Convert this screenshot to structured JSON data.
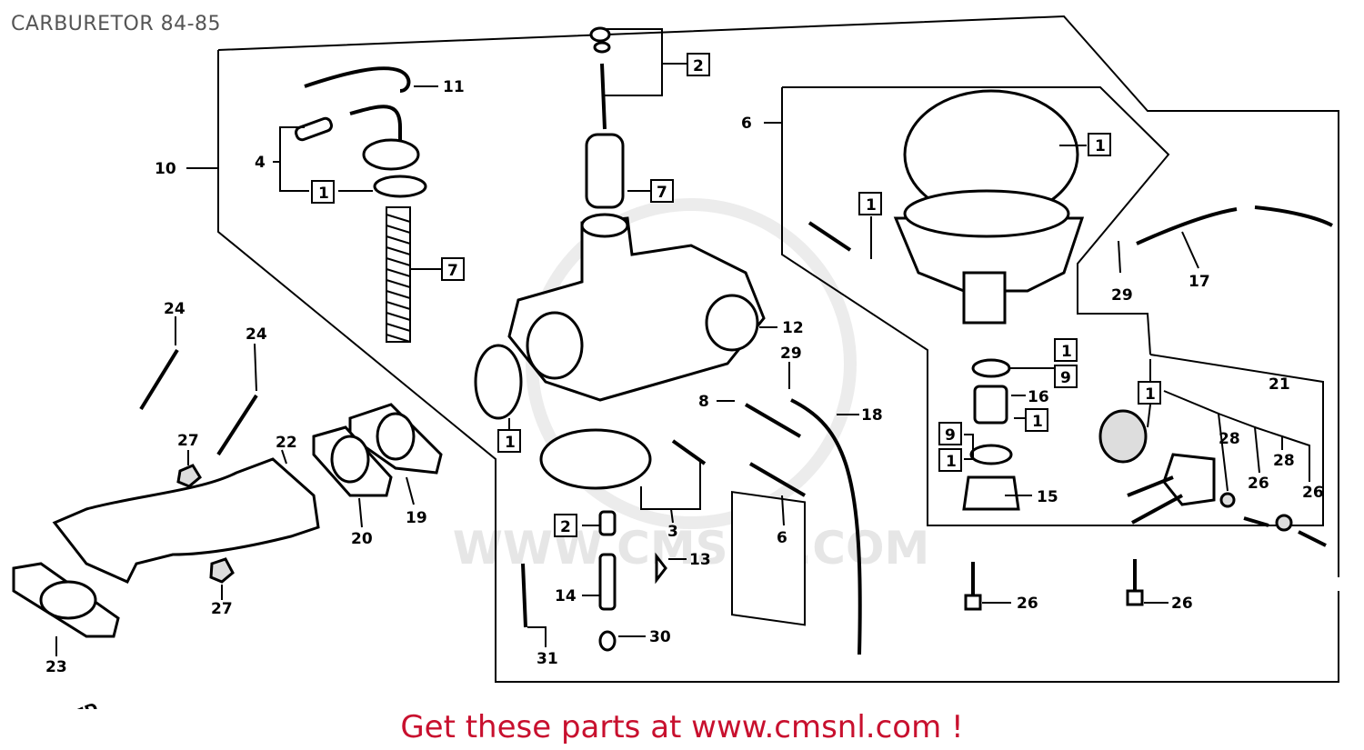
{
  "header": {
    "title": "CARBURETOR 84-85"
  },
  "footer": {
    "text": "Get these parts at www.cmsnl.com !"
  },
  "watermark": {
    "text": "WWW.CMSNL.COM"
  },
  "direction": {
    "label": "FWD"
  },
  "colors": {
    "title": "#555555",
    "footer": "#c8102e",
    "lines": "#000000"
  },
  "callouts": [
    {
      "id": "c-11",
      "label": "11",
      "boxed": false
    },
    {
      "id": "c-2a",
      "label": "2",
      "boxed": true
    },
    {
      "id": "c-6a",
      "label": "6",
      "boxed": false
    },
    {
      "id": "c-1a",
      "label": "1",
      "boxed": true
    },
    {
      "id": "c-10",
      "label": "10",
      "boxed": false
    },
    {
      "id": "c-4",
      "label": "4",
      "boxed": false
    },
    {
      "id": "c-1b",
      "label": "1",
      "boxed": true
    },
    {
      "id": "c-7a",
      "label": "7",
      "boxed": true
    },
    {
      "id": "c-1c",
      "label": "1",
      "boxed": true
    },
    {
      "id": "c-7b",
      "label": "7",
      "boxed": true
    },
    {
      "id": "c-17",
      "label": "17",
      "boxed": false
    },
    {
      "id": "c-29a",
      "label": "29",
      "boxed": false
    },
    {
      "id": "c-24a",
      "label": "24",
      "boxed": false
    },
    {
      "id": "c-24b",
      "label": "24",
      "boxed": false
    },
    {
      "id": "c-12",
      "label": "12",
      "boxed": false
    },
    {
      "id": "c-29b",
      "label": "29",
      "boxed": false
    },
    {
      "id": "c-1d",
      "label": "1",
      "boxed": true
    },
    {
      "id": "c-9a",
      "label": "9",
      "boxed": true
    },
    {
      "id": "c-16",
      "label": "16",
      "boxed": false
    },
    {
      "id": "c-1e",
      "label": "1",
      "boxed": true
    },
    {
      "id": "c-21",
      "label": "21",
      "boxed": false
    },
    {
      "id": "c-1f",
      "label": "1",
      "boxed": true
    },
    {
      "id": "c-8",
      "label": "8",
      "boxed": false
    },
    {
      "id": "c-18",
      "label": "18",
      "boxed": false
    },
    {
      "id": "c-1g",
      "label": "1",
      "boxed": true
    },
    {
      "id": "c-9b",
      "label": "9",
      "boxed": true
    },
    {
      "id": "c-1h",
      "label": "1",
      "boxed": true
    },
    {
      "id": "c-27a",
      "label": "27",
      "boxed": false
    },
    {
      "id": "c-22",
      "label": "22",
      "boxed": false
    },
    {
      "id": "c-19",
      "label": "19",
      "boxed": false
    },
    {
      "id": "c-20",
      "label": "20",
      "boxed": false
    },
    {
      "id": "c-28a",
      "label": "28",
      "boxed": false
    },
    {
      "id": "c-28b",
      "label": "28",
      "boxed": false
    },
    {
      "id": "c-26a",
      "label": "26",
      "boxed": false
    },
    {
      "id": "c-26b",
      "label": "26",
      "boxed": false
    },
    {
      "id": "c-15",
      "label": "15",
      "boxed": false
    },
    {
      "id": "c-6b",
      "label": "6",
      "boxed": false
    },
    {
      "id": "c-3",
      "label": "3",
      "boxed": false
    },
    {
      "id": "c-2b",
      "label": "2",
      "boxed": true
    },
    {
      "id": "c-13",
      "label": "13",
      "boxed": false
    },
    {
      "id": "c-14",
      "label": "14",
      "boxed": false
    },
    {
      "id": "c-30",
      "label": "30",
      "boxed": false
    },
    {
      "id": "c-31",
      "label": "31",
      "boxed": false
    },
    {
      "id": "c-27b",
      "label": "27",
      "boxed": false
    },
    {
      "id": "c-23",
      "label": "23",
      "boxed": false
    },
    {
      "id": "c-26c",
      "label": "26",
      "boxed": false
    },
    {
      "id": "c-26d",
      "label": "26",
      "boxed": false
    }
  ]
}
